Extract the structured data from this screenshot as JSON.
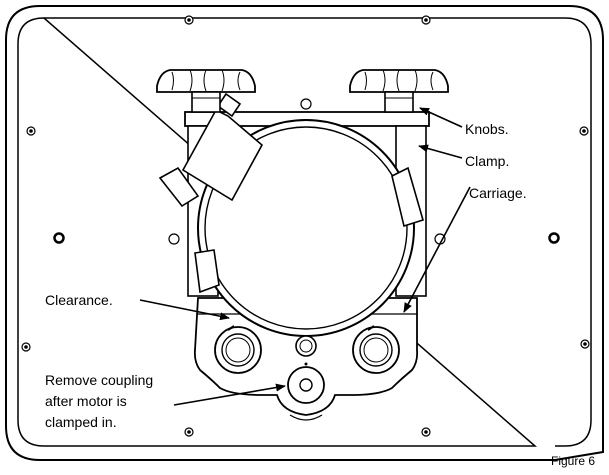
{
  "labels": {
    "knobs": "Knobs.",
    "clamp": "Clamp.",
    "carriage": "Carriage.",
    "clearance": "Clearance.",
    "remove_line1": "Remove coupling",
    "remove_line2": "after motor is",
    "remove_line3": "clamped in."
  },
  "caption": "Figure 6",
  "colors": {
    "stroke": "#000000",
    "background": "#ffffff"
  }
}
